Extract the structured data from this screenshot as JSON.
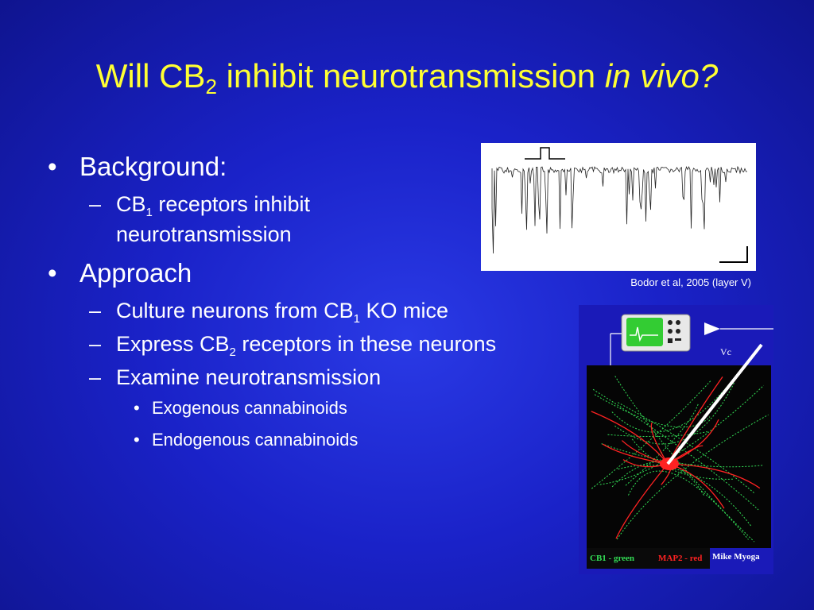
{
  "title": {
    "prefix": "Will CB",
    "sub": "2",
    "middle": " inhibit neurotransmission ",
    "italic": "in vivo?"
  },
  "bullets": {
    "background": "Background:",
    "cb1_prefix": "CB",
    "cb1_sub": "1",
    "cb1_text": " receptors inhibit neurotransmission",
    "approach": "Approach",
    "culture_prefix": "Culture neurons from CB",
    "culture_sub": "1",
    "culture_text": " KO mice",
    "express_prefix": "Express CB",
    "express_sub": "2",
    "express_text": " receptors in these neurons",
    "examine": "Examine neurotransmission",
    "exogenous": "Exogenous cannabinoids",
    "endogenous": "Endogenous cannabinoids"
  },
  "markers": {
    "bullet": "•",
    "dash": "–"
  },
  "figure": {
    "caption": "Bodor et al, 2005 (layer V)",
    "vc_label": "Vc",
    "cb1_label": "CB1 - green",
    "map2_label": "MAP2 - red",
    "credit": "Mike Myoga"
  },
  "colors": {
    "title": "#ffff33",
    "text": "#ffffff",
    "green_stain": "#33dd55",
    "red_stain": "#ff2222"
  }
}
